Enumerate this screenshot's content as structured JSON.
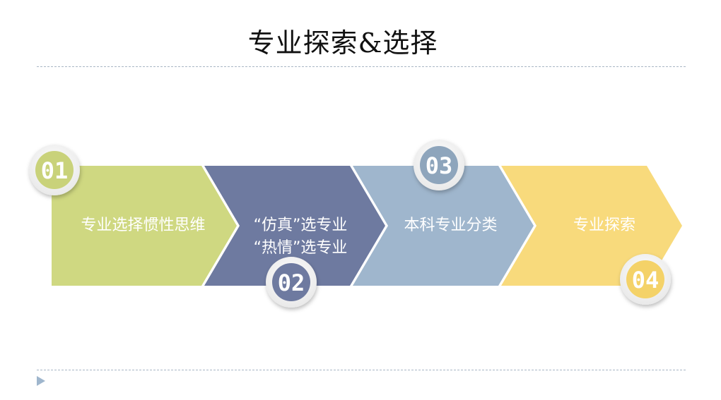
{
  "title": "专业探索&选择",
  "steps": [
    {
      "number": "01",
      "label": "专业选择惯性思维",
      "color": "#cfd881",
      "badge_color": "#c9d27a"
    },
    {
      "number": "02",
      "label_line1": "“仿真”选专业",
      "label_line2": "“热情”选专业",
      "color": "#6e7aa0",
      "badge_color": "#6e7aa0"
    },
    {
      "number": "03",
      "label": "本科专业分类",
      "color": "#9fb6cd",
      "badge_color": "#8ea5bc"
    },
    {
      "number": "04",
      "label": "专业探索",
      "color": "#f8da7c",
      "badge_color": "#f4d268"
    }
  ]
}
